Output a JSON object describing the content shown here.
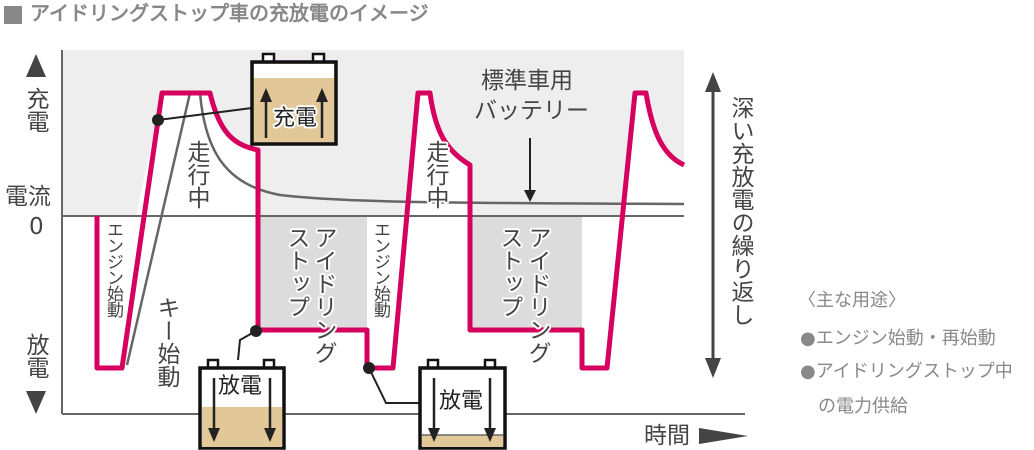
{
  "title": "アイドリングストップ車の充放電のイメージ",
  "y_axis": {
    "charge": "充電",
    "current": "電流",
    "zero": "0",
    "discharge": "放電"
  },
  "x_axis": {
    "label": "時間"
  },
  "labels": {
    "driving_1": "走行中",
    "driving_2": "走行中",
    "engine_start_1": "エンジン始動",
    "engine_start_2": "エンジン始動",
    "key_start": "キー始動",
    "idling_stop_1a": "アイドリング",
    "idling_stop_1b": "ストップ",
    "idling_stop_2a": "アイドリング",
    "idling_stop_2b": "ストップ",
    "standard_battery_1": "標準車用",
    "standard_battery_2": "バッテリー",
    "repeat": "深い充放電の繰り返し"
  },
  "batteries": {
    "charge": "充電",
    "discharge_1": "放電",
    "discharge_2": "放電"
  },
  "legend": {
    "heading": "〈主な用途〉",
    "items": [
      "●エンジン始動・再始動",
      "●アイドリングストップ中",
      "　の電力供給"
    ]
  },
  "colors": {
    "idle_stop_line": "#d6005f",
    "standard_line": "#666666",
    "battery_fill": "#e2c898",
    "band": "#eeeeee",
    "stop_zone": "#dcdcdc"
  }
}
